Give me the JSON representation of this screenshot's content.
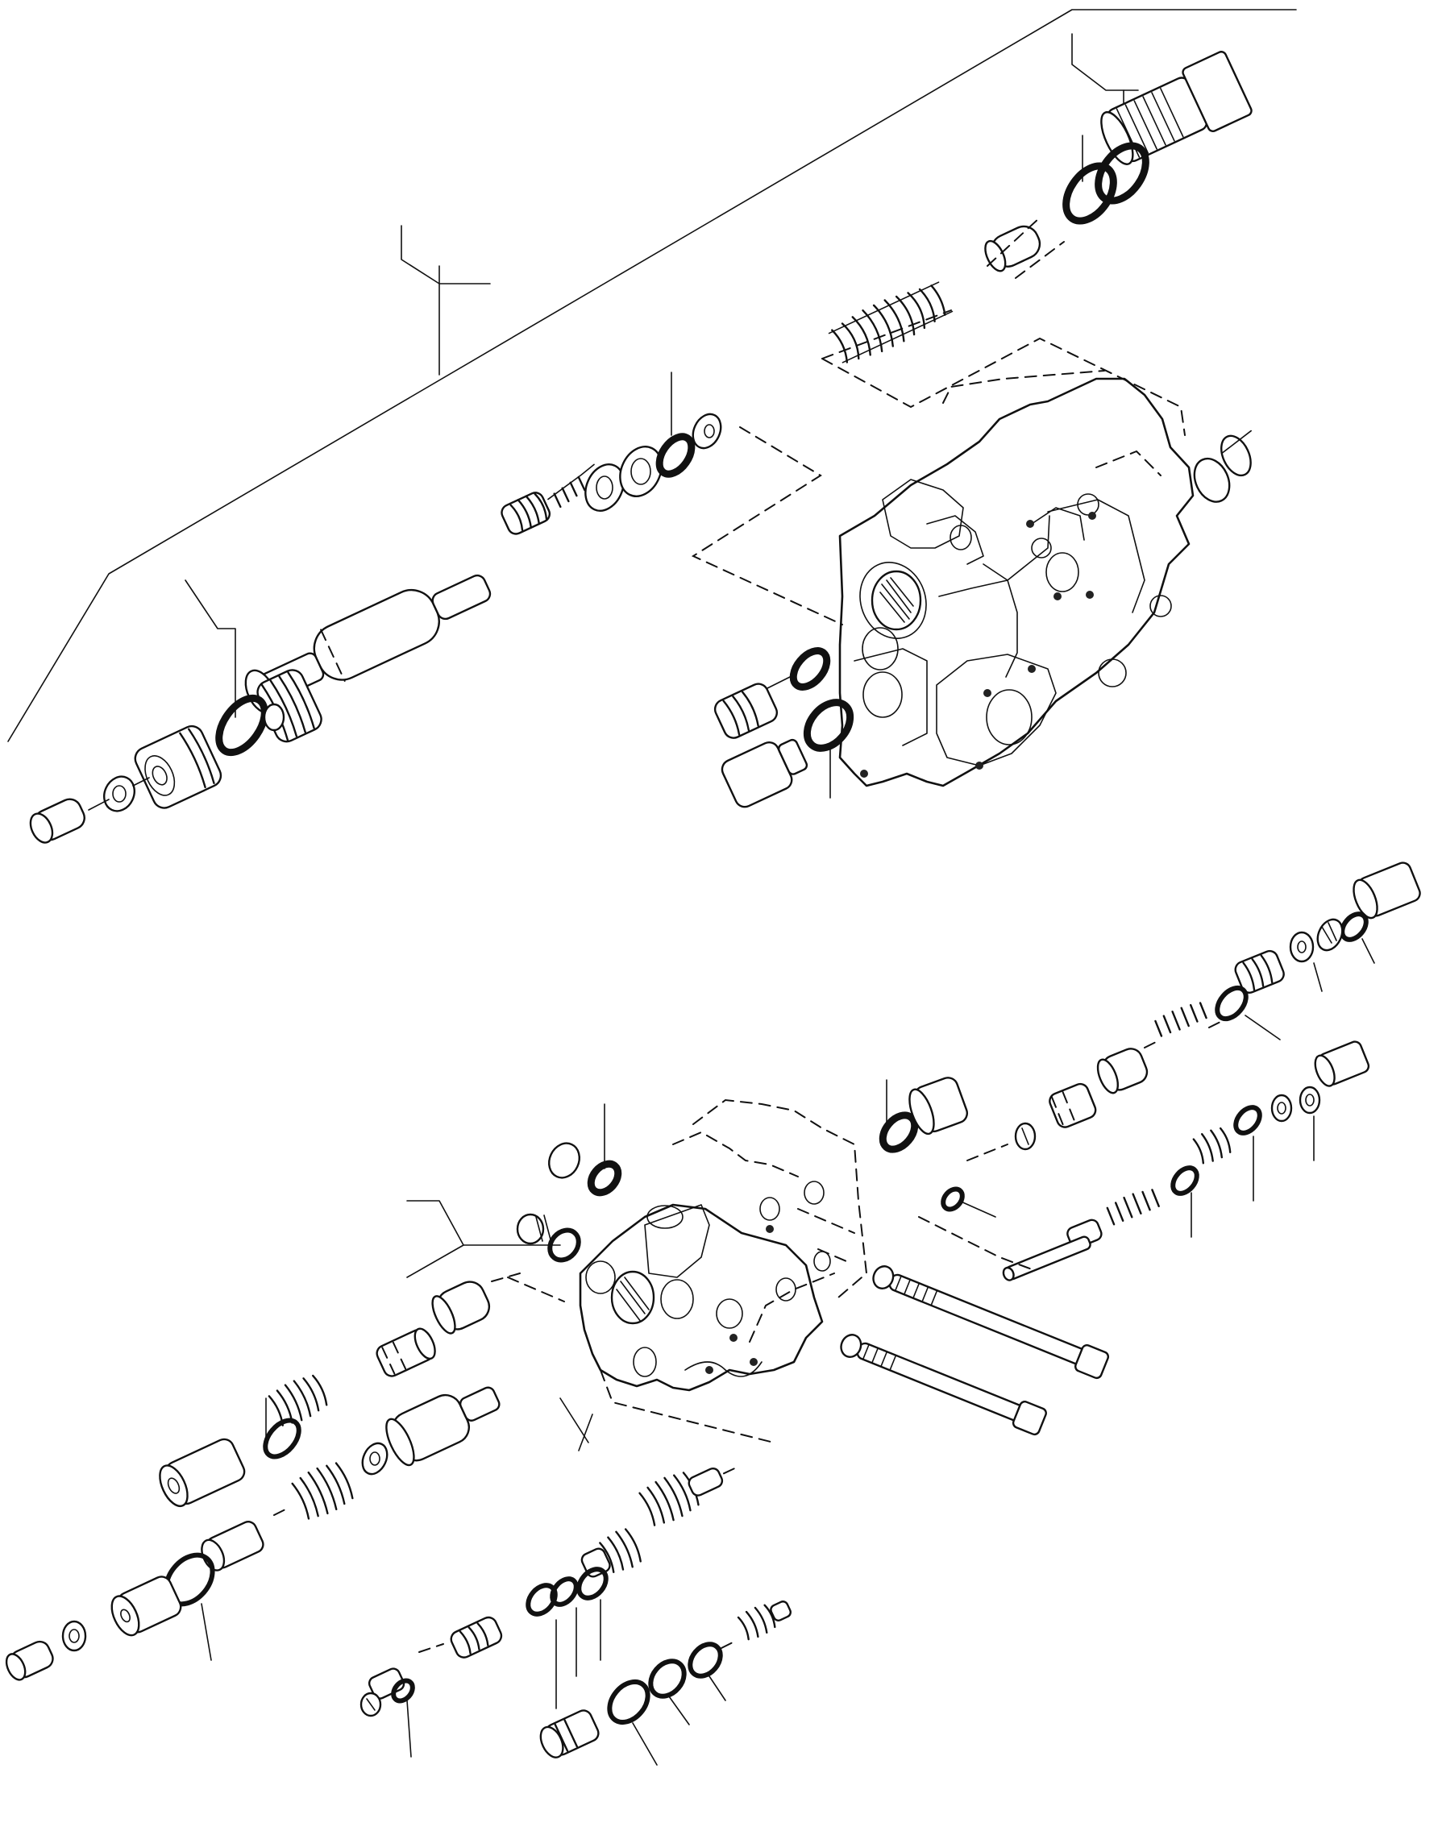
{
  "drawing": {
    "assemblies": [
      {
        "group": "upper",
        "parts": [
          "relief-valve",
          "check-valve",
          "valve-body",
          "plug"
        ]
      },
      {
        "group": "lower",
        "parts": [
          "spool",
          "valve-body",
          "tie-bolt",
          "relief-valve",
          "plug"
        ]
      }
    ],
    "colors": {
      "line": "#111111",
      "background": "#ffffff"
    }
  }
}
